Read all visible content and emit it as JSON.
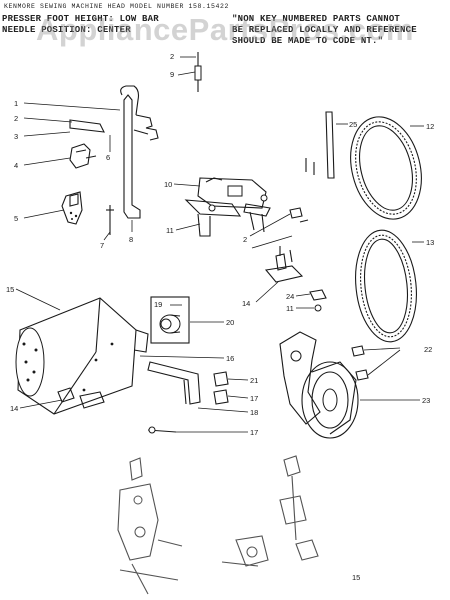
{
  "header": {
    "top_line": "KENMORE SEWING MACHINE HEAD MODEL NUMBER 158.15422",
    "left_line1": "PRESSER FOOT HEIGHT: LOW BAR",
    "left_line2": "NEEDLE POSITION: CENTER",
    "right_line1": "\"NON KEY NUMBERED PARTS CANNOT",
    "right_line2": "BE REPLACED LOCALLY AND REFERENCE",
    "right_line3": "SHOULD BE MADE TO CODE NT.\""
  },
  "watermark": "AppliancePartsPros.com",
  "page_number": "15",
  "callouts": {
    "c2a": "2",
    "c9": "9",
    "c1": "1",
    "c2b": "2",
    "c3": "3",
    "c6": "6",
    "c4": "4",
    "c5": "5",
    "c7": "7",
    "c8": "8",
    "c10": "10",
    "c11": "11",
    "c25": "25",
    "c12": "12",
    "c13": "13",
    "c2c": "2",
    "c14": "14",
    "c24": "24",
    "c11b": "11",
    "c15": "15",
    "c19": "19",
    "c20": "20",
    "c16": "16",
    "c22": "22",
    "c21": "21",
    "c17a": "17",
    "c18": "18",
    "c23": "23",
    "c17b": "17",
    "c14b": "14"
  }
}
